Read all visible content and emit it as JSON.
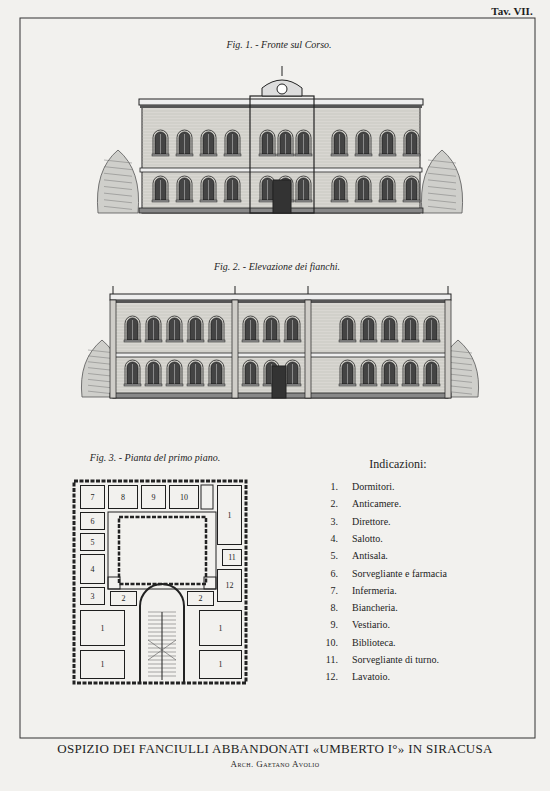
{
  "diagram": {
    "title": "OSPIZIO DEI FANCIULLI ABBANDONATI «UMBERTO I°» IN SIRACUSA",
    "nodes": [
      {
        "text": [
          "7"
        ]
      },
      {
        "text": [
          "8"
        ]
      },
      {
        "text": [
          "9"
        ]
      },
      {
        "text": [
          "10"
        ]
      },
      {
        "text": [
          "1"
        ]
      },
      {
        "text": [
          "6"
        ]
      },
      {
        "text": [
          "5"
        ]
      },
      {
        "text": [
          "4"
        ]
      },
      {
        "text": [
          "3"
        ]
      },
      {
        "text": [
          "11"
        ]
      },
      {
        "text": [
          "12"
        ]
      },
      {
        "text": [
          "2"
        ]
      },
      {
        "text": [
          "2"
        ]
      },
      {
        "text": [
          "1"
        ]
      },
      {
        "text": [
          "1"
        ]
      },
      {
        "text": [
          "1"
        ]
      },
      {
        "text": [
          "1"
        ]
      }
    ],
    "labels": [
      "Tav. VII.",
      "Fig. 1. - Fronte sul Corso.",
      "Fig. 2. - Elevazione dei fianchi.",
      "Fig. 3. - Pianta del primo piano.",
      "Indicazioni:",
      "1.",
      "Dormitori.",
      "2.",
      "Anticamere.",
      "3.",
      "Direttore.",
      "4.",
      "Salotto.",
      "5.",
      "Antisala.",
      "6.",
      "Sorvegliante e farmacia",
      "7.",
      "Infermeria.",
      "8.",
      "Biancheria.",
      "9.",
      "Vestiario.",
      "10.",
      "Biblioteca.",
      "11.",
      "Sorvegliante di turno.",
      "12.",
      "Lavatoio.",
      "Arch. Gaetano Avolio"
    ]
  }
}
